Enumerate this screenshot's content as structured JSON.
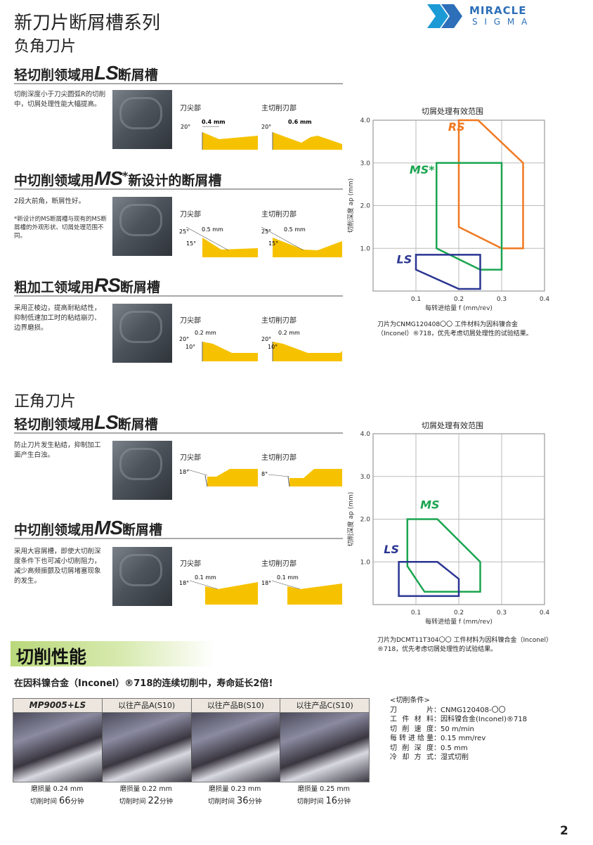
{
  "header": {
    "title": "新刀片断屑槽系列",
    "subtitle": "负角刀片",
    "logo_line1": "MIRACLE",
    "logo_line2": "S I G M A"
  },
  "negative": {
    "ls": {
      "prefix": "轻切削领域用",
      "groove": "LS",
      "suffix": "断屑槽",
      "desc": "切削深度小于刀尖圆弧R的切削中，切屑处理性能大幅提高。",
      "tip_label": "刀尖部",
      "edge_label": "主切削刃部",
      "tip_angle": "20°",
      "tip_dim": "0.4 mm",
      "edge_angle": "20°",
      "edge_dim": "0.6 mm"
    },
    "ms": {
      "prefix": "中切削领域用",
      "groove": "MS",
      "star": "*",
      "suffix": "新设计的断屑槽",
      "desc": "2段大前角，断屑性好。",
      "note": "*新设计的MS断屑槽与现有的MS断屑槽的外观形状、切屑处理范围不同。",
      "tip_label": "刀尖部",
      "edge_label": "主切削刃部",
      "angle1": "25°",
      "angle2": "15°",
      "tip_dim": "0.5 mm",
      "edge_dim": "0.5 mm"
    },
    "rs": {
      "prefix": "粗加工领域用",
      "groove": "RS",
      "suffix": "断屑槽",
      "desc": "采用正棱边，提高耐粘结性，抑制低速加工时的粘结崩刃、边界磨损。",
      "tip_label": "刀尖部",
      "edge_label": "主切削刃部",
      "angle1": "20°",
      "angle2": "10°",
      "tip_dim": "0.2 mm",
      "edge_dim": "0.2 mm"
    }
  },
  "positive": {
    "title": "正角刀片",
    "ls": {
      "prefix": "轻切削领域用",
      "groove": "LS",
      "suffix": "断屑槽",
      "desc": "防止刀片发生粘结，抑制加工面产生白浊。",
      "tip_label": "刀尖部",
      "edge_label": "主切削刃部",
      "tip_angle": "18°",
      "edge_angle": "8°"
    },
    "ms": {
      "prefix": "中切削领域用",
      "groove": "MS",
      "suffix": "断屑槽",
      "desc": "采用大容屑槽，即使大切削深度条件下也可减小切削阻力，减少高频振颤及切屑堵塞现象的发生。",
      "tip_label": "刀尖部",
      "edge_label": "主切削刃部",
      "tip_angle": "18°",
      "edge_angle": "18°",
      "tip_dim": "0.1 mm",
      "edge_dim": "0.1 mm"
    }
  },
  "chart_data": [
    {
      "type": "area",
      "title": "切屑处理有效范围",
      "xlabel": "每转进给量 f (mm/rev)",
      "ylabel": "切削深度 ap (mm)",
      "xlim": [
        0,
        0.4
      ],
      "ylim": [
        0,
        4.0
      ],
      "xticks": [
        "0.1",
        "0.2",
        "0.3",
        "0.4"
      ],
      "yticks": [
        "1.0",
        "2.0",
        "3.0",
        "4.0"
      ],
      "grid": true,
      "series": [
        {
          "name": "RS",
          "color": "#f07820",
          "points": [
            [
              0.2,
              4.0
            ],
            [
              0.245,
              4.0
            ],
            [
              0.35,
              3.0
            ],
            [
              0.35,
              1.0
            ],
            [
              0.3,
              1.0
            ],
            [
              0.2,
              1.5
            ]
          ],
          "label_at": [
            0.175,
            3.75
          ]
        },
        {
          "name": "MS*",
          "color": "#1aa550",
          "points": [
            [
              0.148,
              3.0
            ],
            [
              0.3,
              3.0
            ],
            [
              0.3,
              0.5
            ],
            [
              0.25,
              0.5
            ],
            [
              0.148,
              1.0
            ]
          ],
          "label_at": [
            0.085,
            2.75
          ]
        },
        {
          "name": "LS",
          "color": "#2a3592",
          "points": [
            [
              0.1,
              0.85
            ],
            [
              0.25,
              0.85
            ],
            [
              0.25,
              0.05
            ],
            [
              0.2,
              0.05
            ],
            [
              0.1,
              0.5
            ]
          ],
          "label_at": [
            0.055,
            0.65
          ]
        }
      ],
      "note": "刀片为CNMG120408〇〇 工件材料为因科镍合金（Inconel）®718，优先考虑切屑处理性的试验结果。"
    },
    {
      "type": "area",
      "title": "切屑处理有效范围",
      "xlabel": "每转进给量 f (mm/rev)",
      "ylabel": "切削深度 ap (mm)",
      "xlim": [
        0,
        0.4
      ],
      "ylim": [
        0,
        4.0
      ],
      "xticks": [
        "0.1",
        "0.2",
        "0.3",
        "0.4"
      ],
      "yticks": [
        "1.0",
        "2.0",
        "3.0",
        "4.0"
      ],
      "grid": true,
      "series": [
        {
          "name": "MS",
          "color": "#1aa550",
          "points": [
            [
              0.08,
              2.0
            ],
            [
              0.15,
              2.0
            ],
            [
              0.25,
              1.0
            ],
            [
              0.25,
              0.3
            ],
            [
              0.12,
              0.3
            ],
            [
              0.08,
              0.9
            ]
          ],
          "label_at": [
            0.11,
            2.25
          ]
        },
        {
          "name": "LS",
          "color": "#2a3592",
          "points": [
            [
              0.06,
              1.0
            ],
            [
              0.15,
              1.0
            ],
            [
              0.2,
              0.6
            ],
            [
              0.2,
              0.2
            ],
            [
              0.06,
              0.2
            ]
          ],
          "label_at": [
            0.025,
            1.2
          ]
        }
      ],
      "note": "刀片为DCMT11T304〇〇 工件材料为因科镍合金（Inconel）®718，优先考虑切屑处理性的试验结果。"
    }
  ],
  "performance": {
    "title": "切削性能",
    "lead": "在因科镍合金（Inconel）®718的连续切削中，寿命延长2倍!",
    "columns": [
      {
        "name": "MP9005+LS",
        "wear": "磨损量 0.24 mm",
        "time_prefix": "切削时间 ",
        "time": "66",
        "time_unit": "分钟"
      },
      {
        "name": "以往产品A(S10)",
        "wear": "磨损量 0.22 mm",
        "time_prefix": "切削时间 ",
        "time": "22",
        "time_unit": "分钟"
      },
      {
        "name": "以往产品B(S10)",
        "wear": "磨损量 0.23 mm",
        "time_prefix": "切削时间 ",
        "time": "36",
        "time_unit": "分钟"
      },
      {
        "name": "以往产品C(S10)",
        "wear": "磨损量 0.25 mm",
        "time_prefix": "切削时间 ",
        "time": "16",
        "time_unit": "分钟"
      }
    ],
    "conditions_title": "<切削条件>",
    "conditions": [
      {
        "k": "刀片",
        "v": "：CNMG120408-〇〇"
      },
      {
        "k": "工件材料",
        "v": "：因科镍合金(Inconel)®718"
      },
      {
        "k": "切削速度",
        "v": "：50 m/min"
      },
      {
        "k": "每转进给量",
        "v": "：0.15 mm/rev"
      },
      {
        "k": "切削深度",
        "v": "：0.5 mm"
      },
      {
        "k": "冷却方式",
        "v": "：湿式切削"
      }
    ]
  },
  "page_number": "2"
}
